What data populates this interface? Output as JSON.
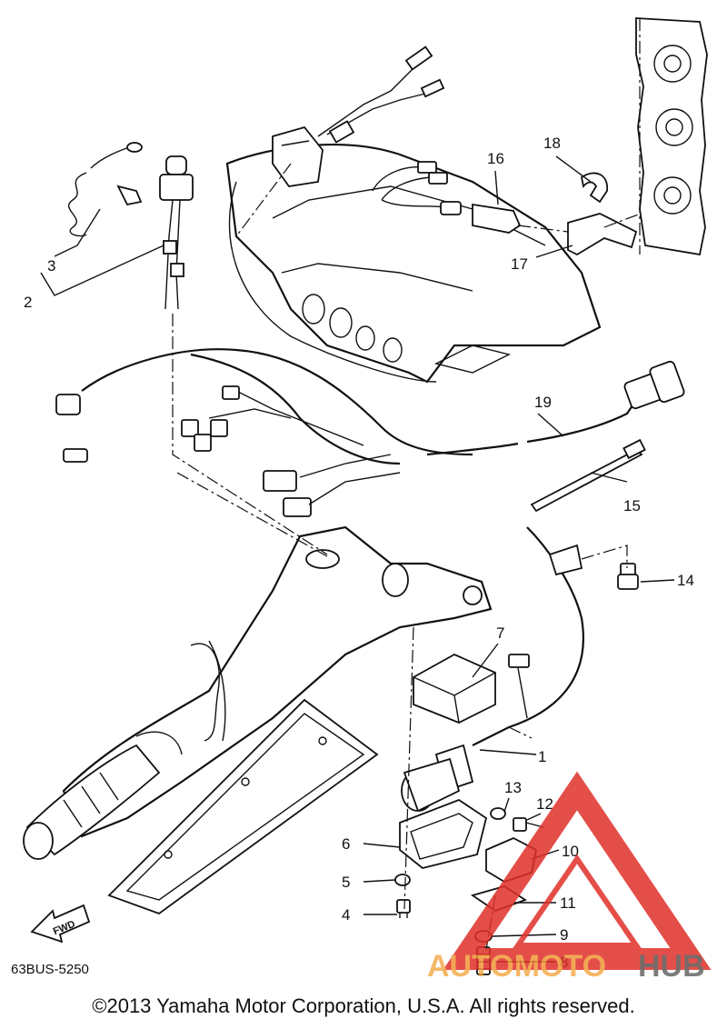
{
  "diagram": {
    "drawing_code": "63BUS-5250",
    "copyright": "©2013 Yamaha Motor Corporation, U.S.A. All rights reserved.",
    "fwd_label": "FWD",
    "watermark": {
      "brand_a": "AUTOMOTO",
      "brand_b": "HUB",
      "color_a": "#f2a33a",
      "color_b": "#555555",
      "triangle_color": "#e0302a"
    },
    "callouts": [
      "1",
      "2",
      "3",
      "4",
      "5",
      "6",
      "7",
      "8",
      "9",
      "10",
      "11",
      "12",
      "13",
      "14",
      "15",
      "16",
      "17",
      "18",
      "19"
    ]
  }
}
